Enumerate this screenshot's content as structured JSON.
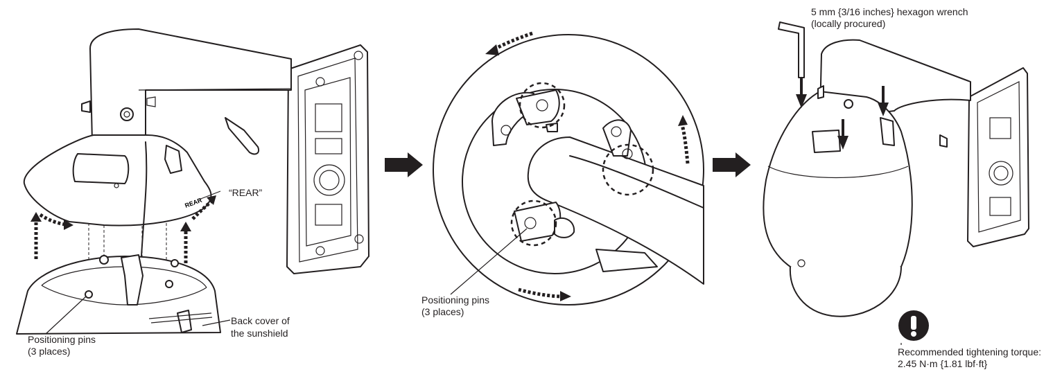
{
  "figure": {
    "step1": {
      "rear_label": "“REAR”",
      "back_cover_line1": "Back cover of",
      "back_cover_line2": "the sunshield",
      "pins_line1": "Positioning pins",
      "pins_line2": "(3 places)",
      "body_marking": "REAR"
    },
    "step2": {
      "pins_line1": "Positioning pins",
      "pins_line2": "(3 places)"
    },
    "step3": {
      "wrench_line1": "5 mm {3/16 inches} hexagon wrench",
      "wrench_line2": "(locally procured)",
      "torque_line1": "Recommended tightening torque:",
      "torque_line2": "2.45 N·m {1.81 lbf·ft}",
      "caution_icon": "caution-exclamation-icon"
    },
    "step_arrow_icon": "right-arrow-icon",
    "colors": {
      "line": "#231f20",
      "background": "#ffffff"
    }
  }
}
